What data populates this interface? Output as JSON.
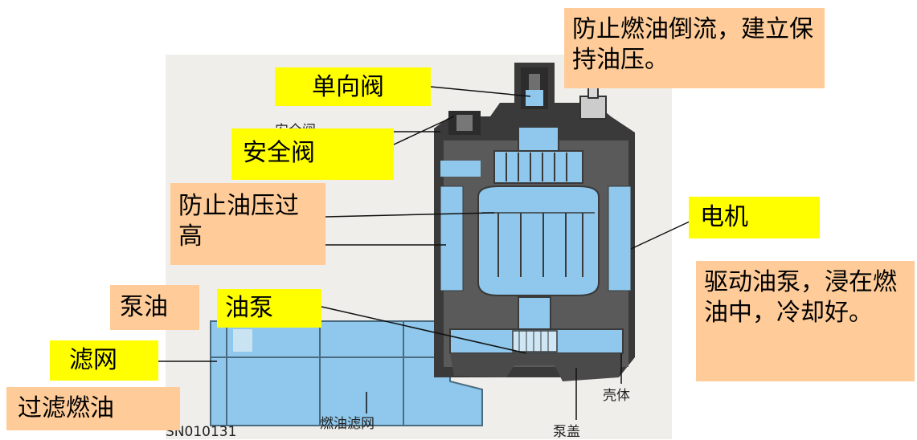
{
  "labels": {
    "check_valve": "单向阀",
    "check_valve_desc": "防止燃油倒流，建立保持油压。",
    "safety_valve": "安全阀",
    "safety_valve_desc": "防止油压过高",
    "motor": "电机",
    "motor_desc": "驱动油泵，浸在燃油中，冷却好。",
    "pump": "油泵",
    "pump_desc": "泵油",
    "filter": "滤网",
    "filter_desc": "过滤燃油"
  },
  "figure_text": {
    "safety_valve_printed": "安全阀",
    "fuel_filter": "燃油滤网",
    "pump_cover": "泵盖",
    "housing": "壳体",
    "code": "SN010131"
  },
  "colors": {
    "yellow_label": "#ffff00",
    "peach_label": "#ffcc99",
    "part_blue": "#8fc8ec",
    "housing_dark": "#3a3a3a",
    "figure_bg": "#efeeea"
  }
}
